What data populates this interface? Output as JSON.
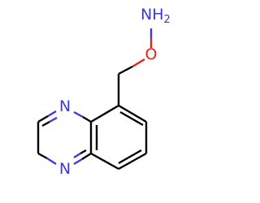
{
  "molecule": {
    "atoms": {
      "amine_n": {
        "element": "N",
        "label": "NH",
        "subscript": "2",
        "color": "#3a3adc"
      },
      "oxygen": {
        "element": "O",
        "label": "O",
        "color": "#e0231c"
      },
      "ring_n_upper": {
        "element": "N",
        "label": "N",
        "color": "#3a3adc"
      },
      "ring_n_lower": {
        "element": "N",
        "label": "N",
        "color": "#3a3adc"
      }
    },
    "bond_color": "#000000"
  }
}
